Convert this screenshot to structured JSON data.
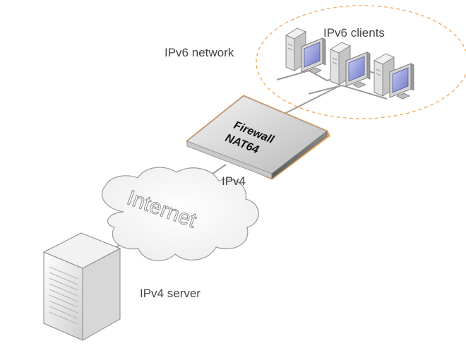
{
  "labels": {
    "ipv6_clients": "IPv6 clients",
    "ipv6_network": "IPv6 network",
    "firewall": "Firewall",
    "nat64": "NAT64",
    "ipv4": "IPv4",
    "internet": "Internet",
    "ipv4_server": "IPv4 server"
  },
  "colors": {
    "accent_orange": "#f0a050",
    "link_gray": "#9a9a9a",
    "text_gray": "#444444"
  },
  "icons": {
    "client": "desktop-computer-icon",
    "firewall": "firewall-appliance-icon",
    "cloud": "internet-cloud-icon",
    "server": "server-tower-icon"
  }
}
